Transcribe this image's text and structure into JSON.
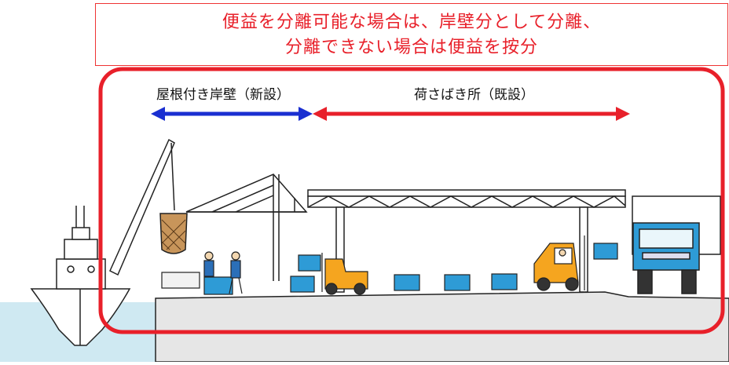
{
  "title": {
    "line1": "便益を分離可能な場合は、岸壁分として分離、",
    "line2": "分離できない場合は便益を按分"
  },
  "labels": {
    "new_wharf": "屋根付き岸壁（新設）",
    "existing_facility": "荷さばき所（既設）"
  },
  "colors": {
    "title_text": "#e8202a",
    "frame": "#e8202a",
    "arrow_new": "#1a2fd1",
    "arrow_existing": "#e8202a",
    "sea": "#cfe9f2",
    "ground": "#e4e4e4",
    "container": "#2e9bd6",
    "forklift": "#f5a51f"
  }
}
